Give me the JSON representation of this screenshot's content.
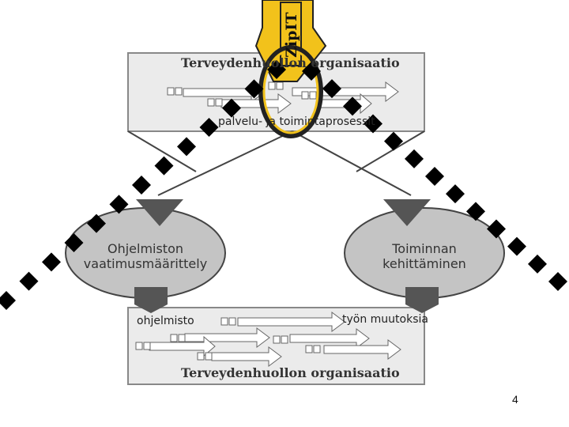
{
  "top_box": {
    "title": "Terveydenhuollon organisaatio",
    "caption": "palvelu- ja toimintaprosessit"
  },
  "left_ellipse": {
    "label_line1": "Ohjelmiston",
    "label_line2": "vaatimusmäärittely"
  },
  "right_ellipse": {
    "label_line1": "Toiminnan",
    "label_line2": "kehittäminen"
  },
  "bottom_box": {
    "title": "Terveydenhuollon organisaatio",
    "left_label": "ohjelmisto",
    "right_label": "työn muutoksia"
  },
  "badge": {
    "label": "ZipIT",
    "color": "#F2C21B"
  },
  "colors": {
    "box_fill": "#EBEBEB",
    "ellipse_fill": "#C4C4C4",
    "arrow_fill": "#555555",
    "diamond": "#000000"
  },
  "page_number": "4"
}
